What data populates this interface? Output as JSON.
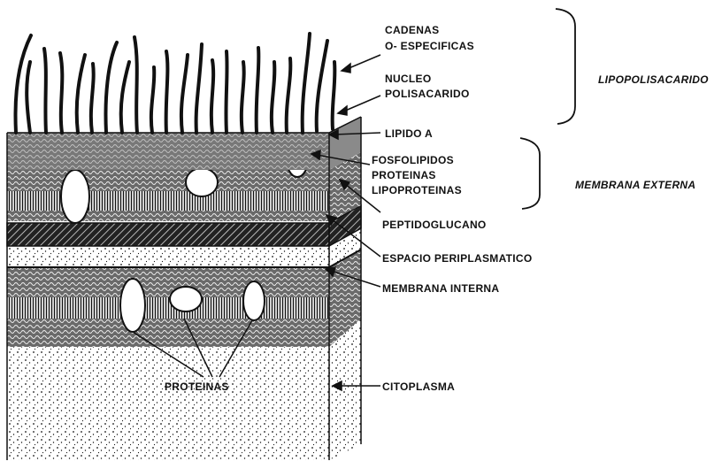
{
  "diagram": {
    "labels": {
      "cadenas_1": "CADENAS",
      "cadenas_2": "O- ESPECIFICAS",
      "nucleo_1": "NUCLEO",
      "nucleo_2": "POLISACARIDO",
      "lipido_a": "LIPIDO  A",
      "fosfolipidos": "FOSFOLIPIDOS",
      "proteinas_ext": "PROTEINAS",
      "lipoproteinas": "LIPOPROTEINAS",
      "peptidoglucano": "PEPTIDOGLUCANO",
      "espacio": "ESPACIO  PERIPLASMATICO",
      "membrana_interna": "MEMBRANA  INTERNA",
      "citoplasma": "CITOPLASMA",
      "proteinas_inner": "PROTEINAS"
    },
    "groups": {
      "lipopolisacarido": "LIPOPOLISACARIDO",
      "membrana_externa": "MEMBRANA  EXTERNA"
    }
  },
  "colors": {
    "ink": "#111111",
    "paper": "#ffffff"
  }
}
